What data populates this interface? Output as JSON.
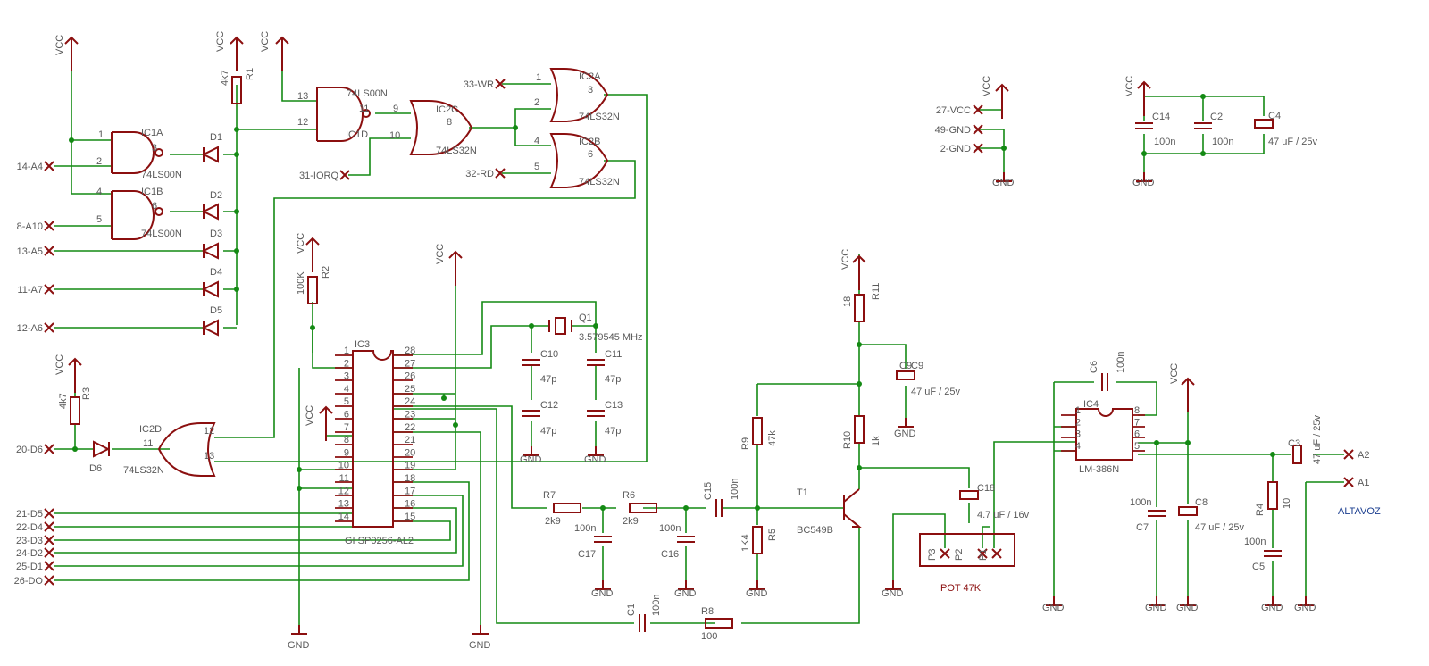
{
  "nets": {
    "vcc": "VCC",
    "gnd": "GND"
  },
  "ports": {
    "a4": "14-A4",
    "a10": "8-A10",
    "a5": "13-A5",
    "a7": "11-A7",
    "a6": "12-A6",
    "d6": "20-D6",
    "wr": "33-WR",
    "rd": "32-RD",
    "iorq": "31-IORQ",
    "d5": "21-D5",
    "d4": "22-D4",
    "d3": "23-D3",
    "d2": "24-D2",
    "d1": "25-D1",
    "d0": "26-DO",
    "pvcc": "27-VCC",
    "pgnd1": "49-GND",
    "pgnd2": "2-GND",
    "a2": "A2",
    "a1": "A1"
  },
  "gates": {
    "ic1a": {
      "ref": "IC1A",
      "type": "74LS00N",
      "in1": "1",
      "in2": "2",
      "out": "3"
    },
    "ic1b": {
      "ref": "IC1B",
      "type": "74LS00N",
      "in1": "4",
      "in2": "5",
      "out": "6"
    },
    "ic1d": {
      "ref": "IC1D",
      "type": "74LS00N",
      "in1": "13",
      "in2": "12",
      "out": "11"
    },
    "ic2c": {
      "ref": "IC2C",
      "type": "74LS32N",
      "in1": "9",
      "in2": "10",
      "out": "8"
    },
    "ic2a": {
      "ref": "IC2A",
      "type": "74LS32N",
      "in1": "1",
      "in2": "2",
      "out": "3"
    },
    "ic2b": {
      "ref": "IC2B",
      "type": "74LS32N",
      "in1": "4",
      "in2": "5",
      "out": "6"
    },
    "ic2d": {
      "ref": "IC2D",
      "type": "74LS32N",
      "in1": "11",
      "in2": "12",
      "out": "13"
    }
  },
  "diodes": {
    "d1": "D1",
    "d2": "D2",
    "d3": "D3",
    "d4": "D4",
    "d5": "D5",
    "d6": "D6"
  },
  "resistors": {
    "r1": {
      "ref": "R1",
      "value": "4k7"
    },
    "r2": {
      "ref": "R2",
      "value": "100K"
    },
    "r3": {
      "ref": "R3",
      "value": "4k7"
    },
    "r4": {
      "ref": "R4",
      "value": "10"
    },
    "r5": {
      "ref": "R5",
      "value": "1K4"
    },
    "r6": {
      "ref": "R6",
      "value": "2k9"
    },
    "r7": {
      "ref": "R7",
      "value": "2k9"
    },
    "r8": {
      "ref": "R8",
      "value": "100"
    },
    "r9": {
      "ref": "R9",
      "value": "47k"
    },
    "r10": {
      "ref": "R10",
      "value": "1k"
    },
    "r11": {
      "ref": "R11",
      "value": "18"
    }
  },
  "capacitors": {
    "c1": {
      "ref": "C1",
      "value": "100n"
    },
    "c2": {
      "ref": "C2",
      "value": "100n"
    },
    "c3": {
      "ref": "C3",
      "value": "47 uF / 25v"
    },
    "c4": {
      "ref": "C4",
      "value": "47 uF / 25v"
    },
    "c5": {
      "ref": "C5",
      "value": "100n"
    },
    "c6": {
      "ref": "C6",
      "value": "100n"
    },
    "c7": {
      "ref": "C7",
      "value": "100n"
    },
    "c8": {
      "ref": "C8",
      "value": "47 uF / 25v"
    },
    "c9": {
      "ref": "C9",
      "value": "47 uF / 25v"
    },
    "c10": {
      "ref": "C10",
      "value": "47p"
    },
    "c11": {
      "ref": "C11",
      "value": "47p"
    },
    "c12": {
      "ref": "C12",
      "value": "47p"
    },
    "c13": {
      "ref": "C13",
      "value": "47p"
    },
    "c14": {
      "ref": "C14",
      "value": "100n"
    },
    "c15": {
      "ref": "C15",
      "value": "100n"
    },
    "c16": {
      "ref": "C16",
      "value": "100n"
    },
    "c17": {
      "ref": "C17",
      "value": "100n"
    },
    "c18": {
      "ref": "C18",
      "value": "4.7 uF / 16v"
    }
  },
  "crystal": {
    "ref": "Q1",
    "value": "3.579545 MHz"
  },
  "transistor": {
    "ref": "T1",
    "value": "BC549B"
  },
  "ic3": {
    "ref": "IC3",
    "value": "GI SP0256-AL2",
    "left_pins": [
      "1",
      "2",
      "3",
      "4",
      "5",
      "6",
      "7",
      "8",
      "9",
      "10",
      "11",
      "12",
      "13",
      "14"
    ],
    "right_pins": [
      "28",
      "27",
      "26",
      "25",
      "24",
      "23",
      "22",
      "21",
      "20",
      "19",
      "18",
      "17",
      "16",
      "15"
    ]
  },
  "ic4": {
    "ref": "IC4",
    "value": "LM-386N",
    "left_pins": [
      "1",
      "2",
      "3",
      "4"
    ],
    "right_pins": [
      "8",
      "7",
      "6",
      "5"
    ]
  },
  "pot": {
    "ref": "POT 47K",
    "p3": "P3",
    "p2": "P2",
    "p1": "P1"
  },
  "speaker": "ALTAVOZ",
  "colors": {
    "wire": "#148a14",
    "component": "#8b0f0f",
    "text": "#5a5a5a",
    "speaker_label": "#1a3d8f"
  }
}
